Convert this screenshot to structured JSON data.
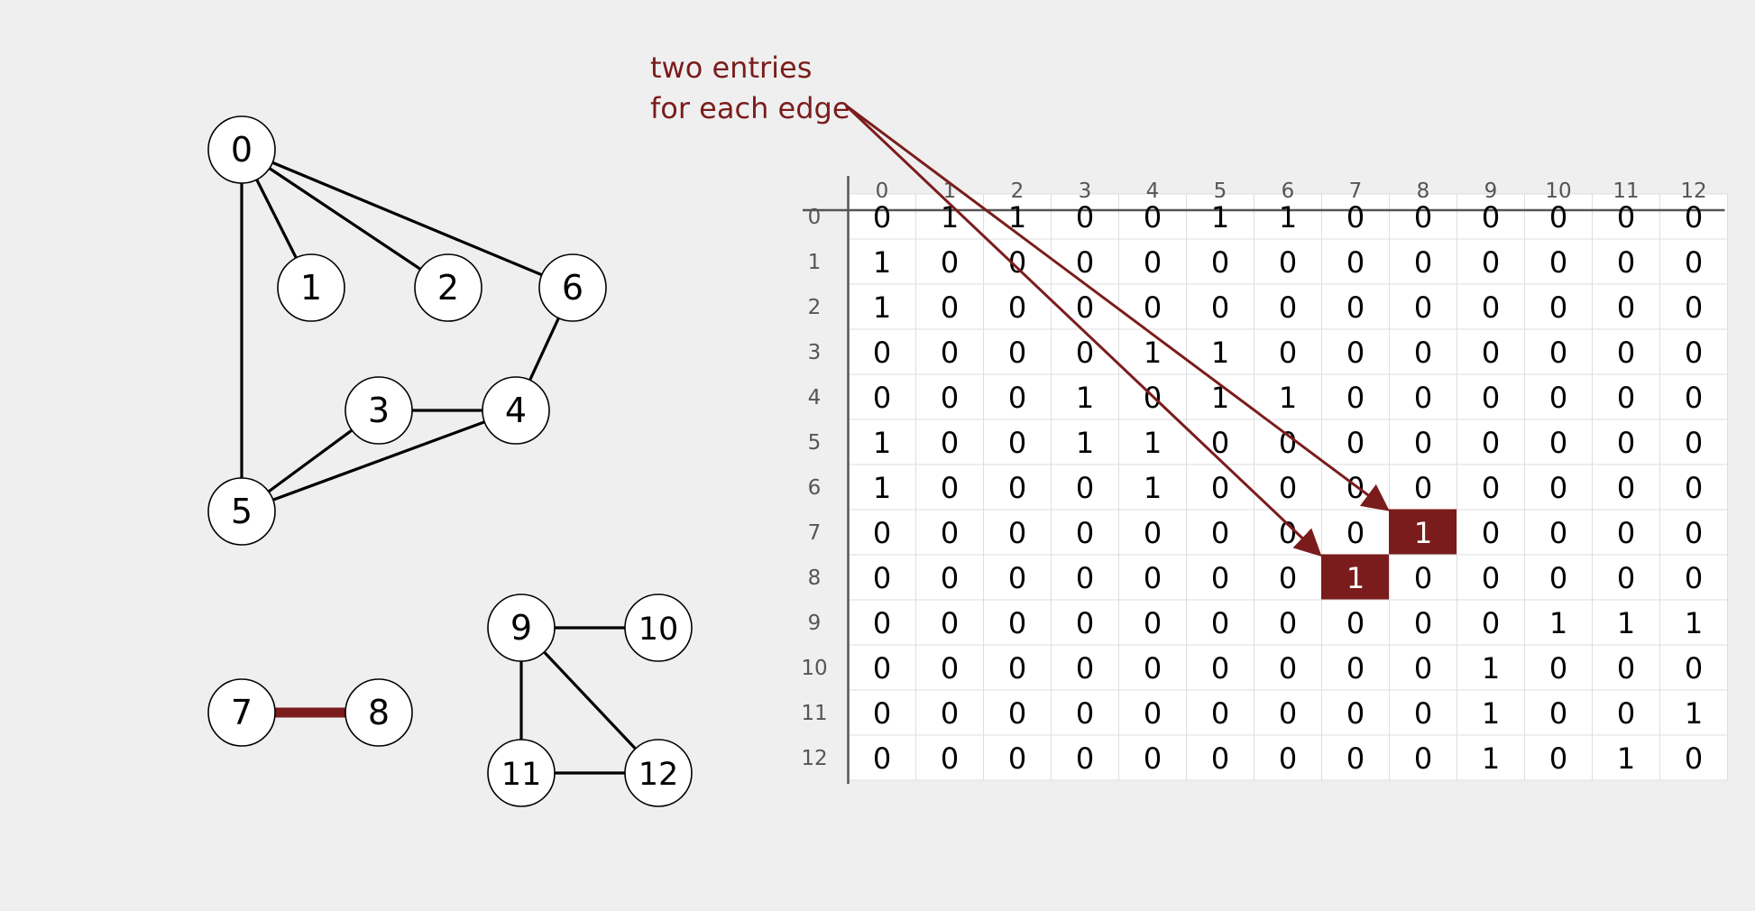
{
  "annotation": {
    "line1": "two entries",
    "line2": "for each edge"
  },
  "colors": {
    "background": "#efefef",
    "highlight": "#7b1c1c",
    "edge": "#000000",
    "grid": "#dedede"
  },
  "graph": {
    "vertices": [
      "0",
      "1",
      "2",
      "3",
      "4",
      "5",
      "6",
      "7",
      "8",
      "9",
      "10",
      "11",
      "12"
    ],
    "edges": [
      [
        "0",
        "1"
      ],
      [
        "0",
        "2"
      ],
      [
        "0",
        "6"
      ],
      [
        "0",
        "5"
      ],
      [
        "6",
        "4"
      ],
      [
        "3",
        "4"
      ],
      [
        "3",
        "5"
      ],
      [
        "4",
        "5"
      ],
      [
        "7",
        "8"
      ],
      [
        "9",
        "10"
      ],
      [
        "9",
        "11"
      ],
      [
        "9",
        "12"
      ],
      [
        "11",
        "12"
      ]
    ],
    "highlighted_edge": [
      "7",
      "8"
    ]
  },
  "matrix": {
    "row_headers": [
      "0",
      "1",
      "2",
      "3",
      "4",
      "5",
      "6",
      "7",
      "8",
      "9",
      "10",
      "11",
      "12"
    ],
    "col_headers": [
      "0",
      "1",
      "2",
      "3",
      "4",
      "5",
      "6",
      "7",
      "8",
      "9",
      "10",
      "11",
      "12"
    ],
    "rows": [
      [
        "0",
        "1",
        "1",
        "0",
        "0",
        "1",
        "1",
        "0",
        "0",
        "0",
        "0",
        "0",
        "0"
      ],
      [
        "1",
        "0",
        "0",
        "0",
        "0",
        "0",
        "0",
        "0",
        "0",
        "0",
        "0",
        "0",
        "0"
      ],
      [
        "1",
        "0",
        "0",
        "0",
        "0",
        "0",
        "0",
        "0",
        "0",
        "0",
        "0",
        "0",
        "0"
      ],
      [
        "0",
        "0",
        "0",
        "0",
        "1",
        "1",
        "0",
        "0",
        "0",
        "0",
        "0",
        "0",
        "0"
      ],
      [
        "0",
        "0",
        "0",
        "1",
        "0",
        "1",
        "1",
        "0",
        "0",
        "0",
        "0",
        "0",
        "0"
      ],
      [
        "1",
        "0",
        "0",
        "1",
        "1",
        "0",
        "0",
        "0",
        "0",
        "0",
        "0",
        "0",
        "0"
      ],
      [
        "1",
        "0",
        "0",
        "0",
        "1",
        "0",
        "0",
        "0",
        "0",
        "0",
        "0",
        "0",
        "0"
      ],
      [
        "0",
        "0",
        "0",
        "0",
        "0",
        "0",
        "0",
        "0",
        "1",
        "0",
        "0",
        "0",
        "0"
      ],
      [
        "0",
        "0",
        "0",
        "0",
        "0",
        "0",
        "0",
        "1",
        "0",
        "0",
        "0",
        "0",
        "0"
      ],
      [
        "0",
        "0",
        "0",
        "0",
        "0",
        "0",
        "0",
        "0",
        "0",
        "0",
        "1",
        "1",
        "1"
      ],
      [
        "0",
        "0",
        "0",
        "0",
        "0",
        "0",
        "0",
        "0",
        "0",
        "1",
        "0",
        "0",
        "0"
      ],
      [
        "0",
        "0",
        "0",
        "0",
        "0",
        "0",
        "0",
        "0",
        "0",
        "1",
        "0",
        "0",
        "1"
      ],
      [
        "0",
        "0",
        "0",
        "0",
        "0",
        "0",
        "0",
        "0",
        "0",
        "1",
        "0",
        "1",
        "0"
      ]
    ],
    "highlighted_cells": [
      [
        7,
        8
      ],
      [
        8,
        7
      ]
    ]
  }
}
